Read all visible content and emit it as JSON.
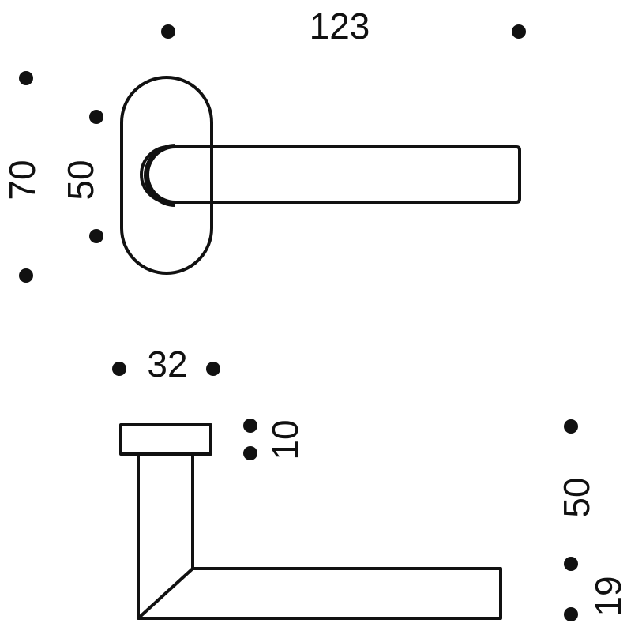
{
  "dimensions": {
    "top_width": "123",
    "rose_outer_height": "70",
    "rose_inner_height": "50",
    "side_width": "32",
    "side_collar": "10",
    "side_height": "50",
    "side_bar": "19"
  },
  "colors": {
    "ink": "#111111",
    "background": "#ffffff"
  }
}
